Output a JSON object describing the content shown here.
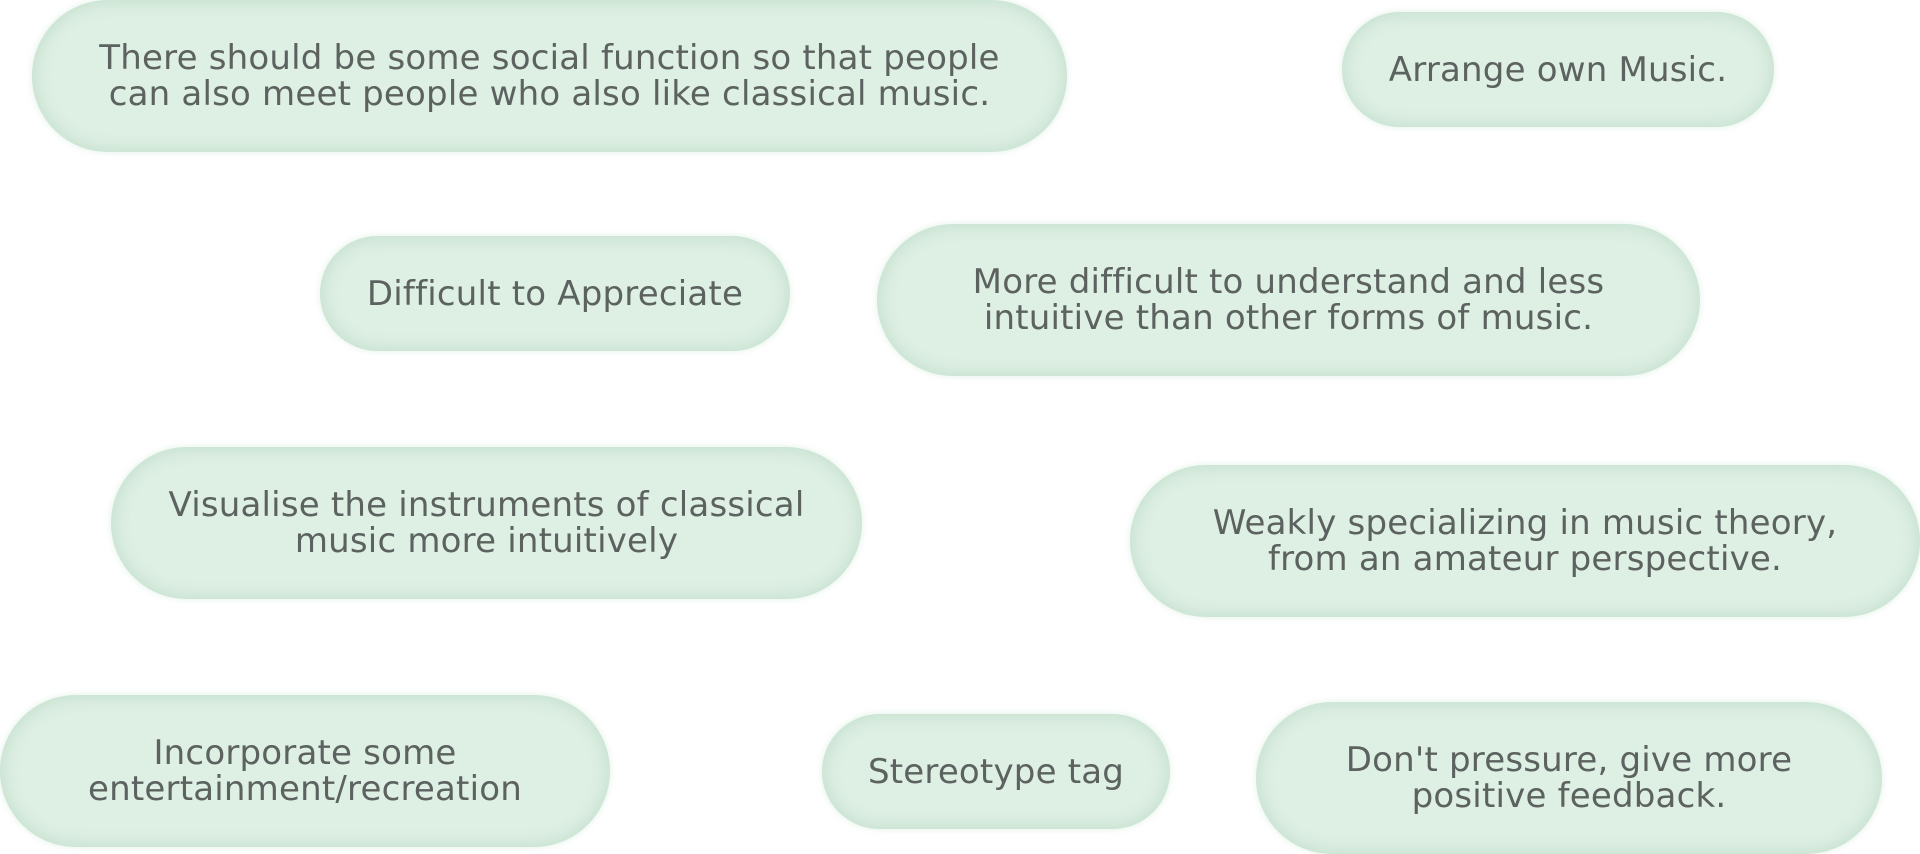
{
  "notes": [
    {
      "id": "social-function",
      "text": "There should be some social function so that people\ncan also meet people who also like classical music."
    },
    {
      "id": "arrange-music",
      "text": "Arrange own Music."
    },
    {
      "id": "difficult-appreciate",
      "text": "Difficult to Appreciate"
    },
    {
      "id": "more-difficult",
      "text": "More difficult to understand and less\nintuitive than other forms of music."
    },
    {
      "id": "visualise-instruments",
      "text": "Visualise the instruments of classical\nmusic more intuitively"
    },
    {
      "id": "weakly-specializing",
      "text": "Weakly specializing in music theory,\nfrom an amateur perspective."
    },
    {
      "id": "incorporate-entertainment",
      "text": "Incorporate some\nentertainment/recreation"
    },
    {
      "id": "stereotype-tag",
      "text": "Stereotype tag"
    },
    {
      "id": "dont-pressure",
      "text": "Don't pressure, give more\npositive feedback."
    }
  ]
}
